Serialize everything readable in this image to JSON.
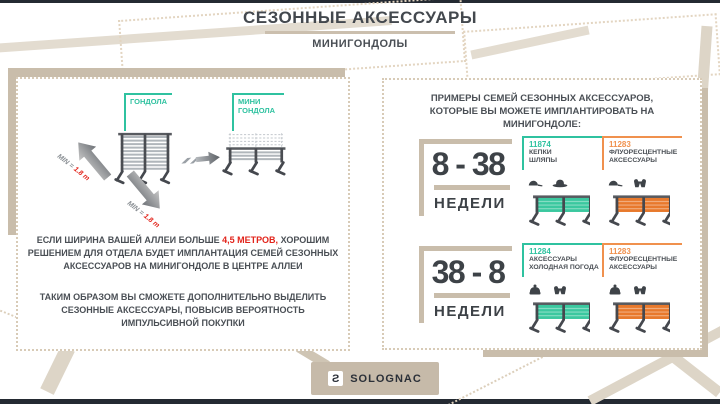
{
  "title": "СЕЗОННЫЕ АКСЕССУАРЫ",
  "subtitle": "МИНИГОНДОЛЫ",
  "left_panel": {
    "gondola_label": "ГОНДОЛА",
    "mini_gondola_label": "МИНИ\nГОНДОЛА",
    "min_prefix": "MIN = ",
    "min_value": "1.8 m",
    "p1_before": "ЕСЛИ ШИРИНА ВАШЕЙ АЛЛЕИ БОЛЬШЕ ",
    "p1_highlight": "4,5 МЕТРОВ,",
    "p1_after": " ХОРОШИМ РЕШЕНИЕМ ДЛЯ ОТДЕЛА БУДЕТ ИМПЛАНТАЦИЯ СЕМЕЙ СЕЗОННЫХ АКСЕССУАРОВ НА МИНИГОНДОЛЕ В ЦЕНТРЕ АЛЛЕИ",
    "p2": "ТАКИМ ОБРАЗОМ ВЫ СМОЖЕТЕ ДОПОЛНИТЕЛЬНО ВЫДЕЛИТЬ СЕЗОННЫЕ АКСЕССУАРЫ, ПОВЫСИВ ВЕРОЯТНОСТЬ ИМПУЛЬСИВНОЙ ПОКУПКИ"
  },
  "right_panel": {
    "header_line1": "ПРИМЕРЫ СЕМЕЙ СЕЗОННЫХ АКСЕССУАРОВ,",
    "header_line2": "КОТОРЫЕ ВЫ МОЖЕТЕ ИМПЛАНТИРОВАТЬ НА МИНИГОНДОЛЕ:",
    "rows": [
      {
        "weeks_range": "8 - 38",
        "weeks_label": "НЕДЕЛИ",
        "families": [
          {
            "code": "11874",
            "name_line1": "КЕПКИ",
            "name_line2": "ШЛЯПЫ",
            "accent": "#2fc2a0",
            "gondola_color": "#3bc89f",
            "icons": [
              "cap-icon",
              "hat-icon"
            ]
          },
          {
            "code": "11283",
            "name_line1": "ФЛУОРЕСЦЕНТНЫЕ",
            "name_line2": "АКСЕССУАРЫ",
            "accent": "#f0914e",
            "gondola_color": "#e8792c",
            "icons": [
              "cap-icon",
              "mittens-icon"
            ]
          }
        ]
      },
      {
        "weeks_range": "38 - 8",
        "weeks_label": "НЕДЕЛИ",
        "families": [
          {
            "code": "11284",
            "name_line1": "АКСЕССУАРЫ",
            "name_line2": "ХОЛОДНАЯ ПОГОДА",
            "accent": "#2fc2a0",
            "gondola_color": "#3bc89f",
            "icons": [
              "beanie-icon",
              "mittens-icon"
            ]
          },
          {
            "code": "11283",
            "name_line1": "ФЛУОРЕСЦЕНТНЫЕ",
            "name_line2": "АКСЕССУАРЫ",
            "accent": "#f0914e",
            "gondola_color": "#e8792c",
            "icons": [
              "beanie-icon",
              "mittens-icon"
            ]
          }
        ]
      }
    ]
  },
  "footer": {
    "brand": "SOLOGNAC",
    "brand_mark": "Ƨ"
  },
  "colors": {
    "accent_teal": "#2fc2a0",
    "accent_orange": "#f0914e",
    "highlight_red": "#e2231a",
    "beige_solid": "#c9bdab",
    "beige_light": "#e3dcd0",
    "dark_bar": "#242a32",
    "text_dark": "#43484e",
    "gondola_teal": "#3bc89f",
    "gondola_orange": "#e8792c"
  }
}
